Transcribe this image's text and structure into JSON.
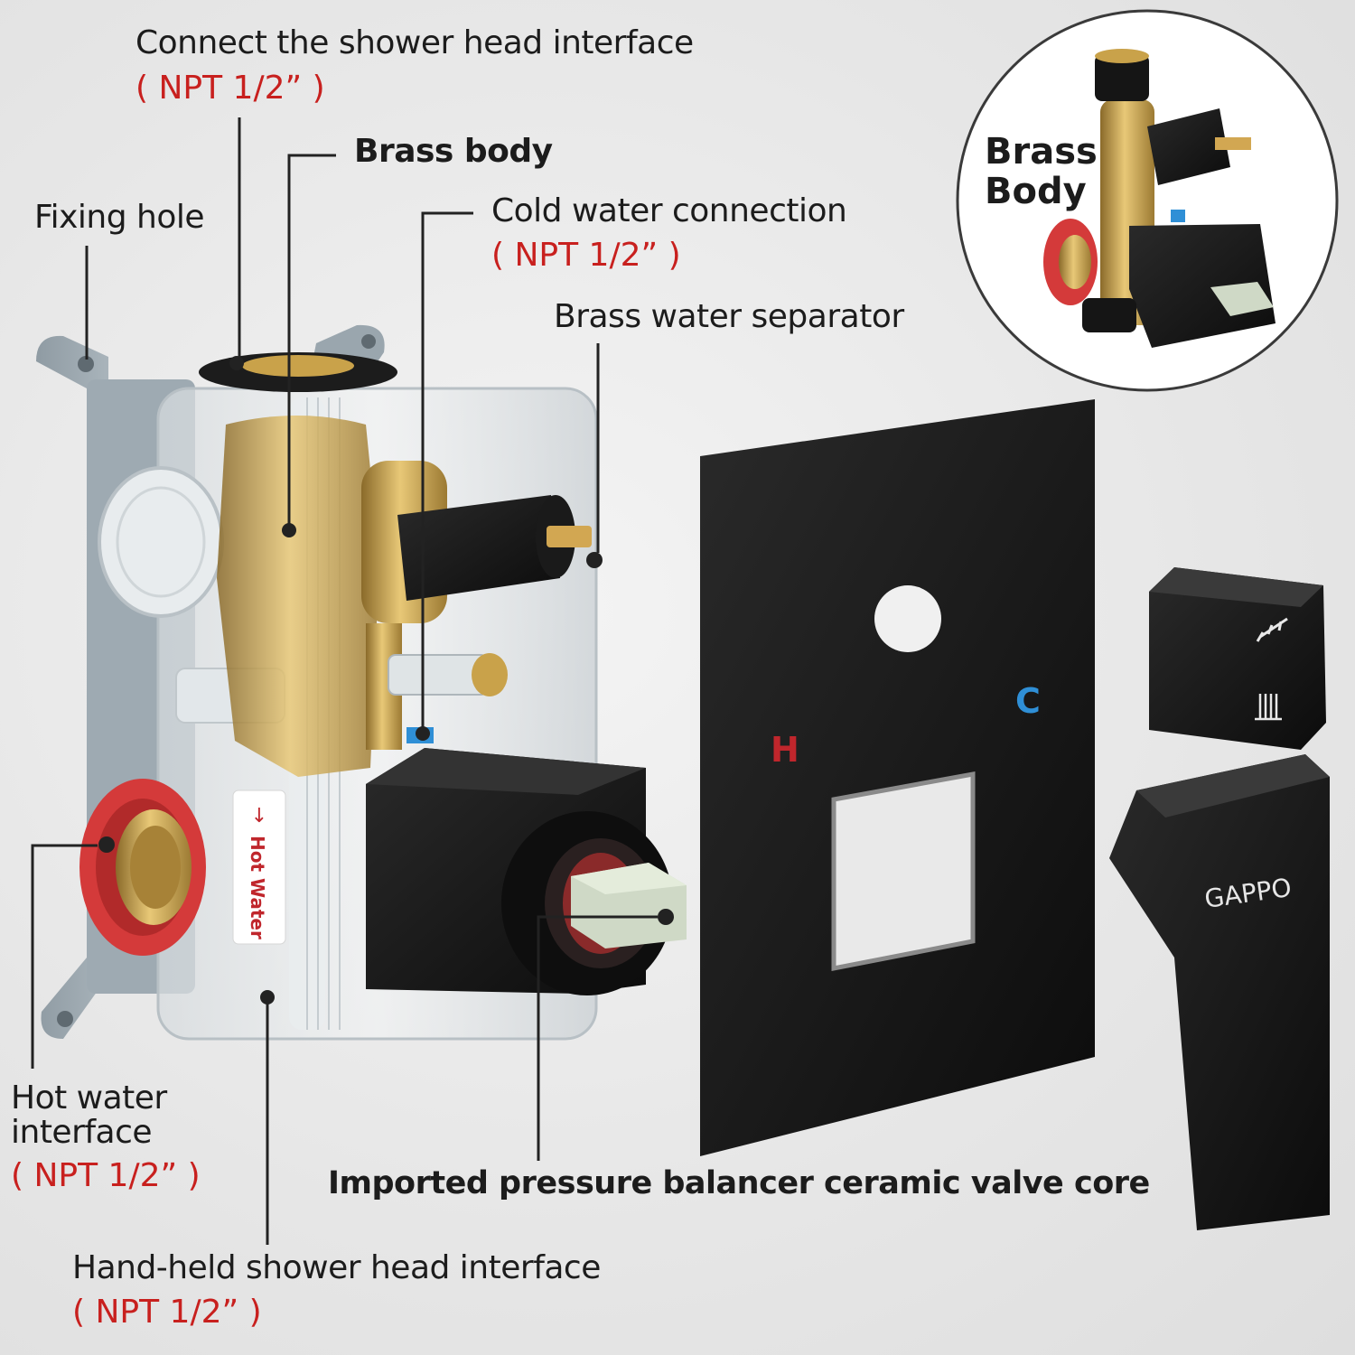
{
  "labels": {
    "shower_head": "Connect the shower head interface",
    "shower_head_spec": "( NPT 1/2” )",
    "brass_body": "Brass body",
    "fixing_hole": "Fixing hole",
    "cold_water": "Cold water connection",
    "cold_water_spec": "( NPT 1/2” )",
    "separator": "Brass water separator",
    "hot_water_line1": "Hot water",
    "hot_water_line2": "interface",
    "hot_water_spec": "( NPT 1/2” )",
    "valve_core": "Imported pressure balancer ceramic valve core",
    "handheld": "Hand-held shower head interface",
    "handheld_spec": "( NPT 1/2” )"
  },
  "inset": {
    "line1": "Brass",
    "line2": "Body"
  },
  "product": {
    "sticker": "Hot Water",
    "plate_hot": "H",
    "plate_cold": "C",
    "brand": "GAPPO"
  },
  "colors": {
    "spec_red": "#c8201e",
    "hot_mark": "#c0262c",
    "cold_mark": "#2f8fd6",
    "brass": "#c9a24a",
    "matte_black": "#141414"
  }
}
